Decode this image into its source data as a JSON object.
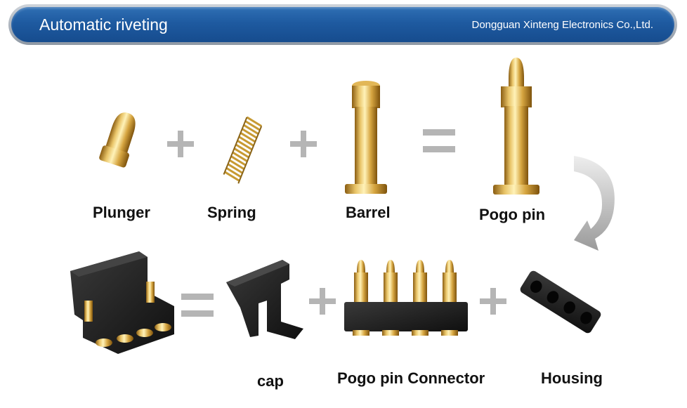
{
  "header": {
    "title": "Automatic riveting",
    "company": "Dongguan Xinteng Electronics Co.,Ltd."
  },
  "parts": {
    "plunger": "Plunger",
    "spring": "Spring",
    "barrel": "Barrel",
    "pogo_pin": "Pogo pin",
    "cap": "cap",
    "pogo_pin_connector": "Pogo pin Connector",
    "housing": "Housing"
  },
  "colors": {
    "banner": "#1e5aa0",
    "gold": "#d4a640",
    "operator": "#b5b5b5",
    "plastic": "#1c1c1c"
  },
  "icons": [
    "plus-icon",
    "equals-icon",
    "curved-arrow-icon"
  ]
}
